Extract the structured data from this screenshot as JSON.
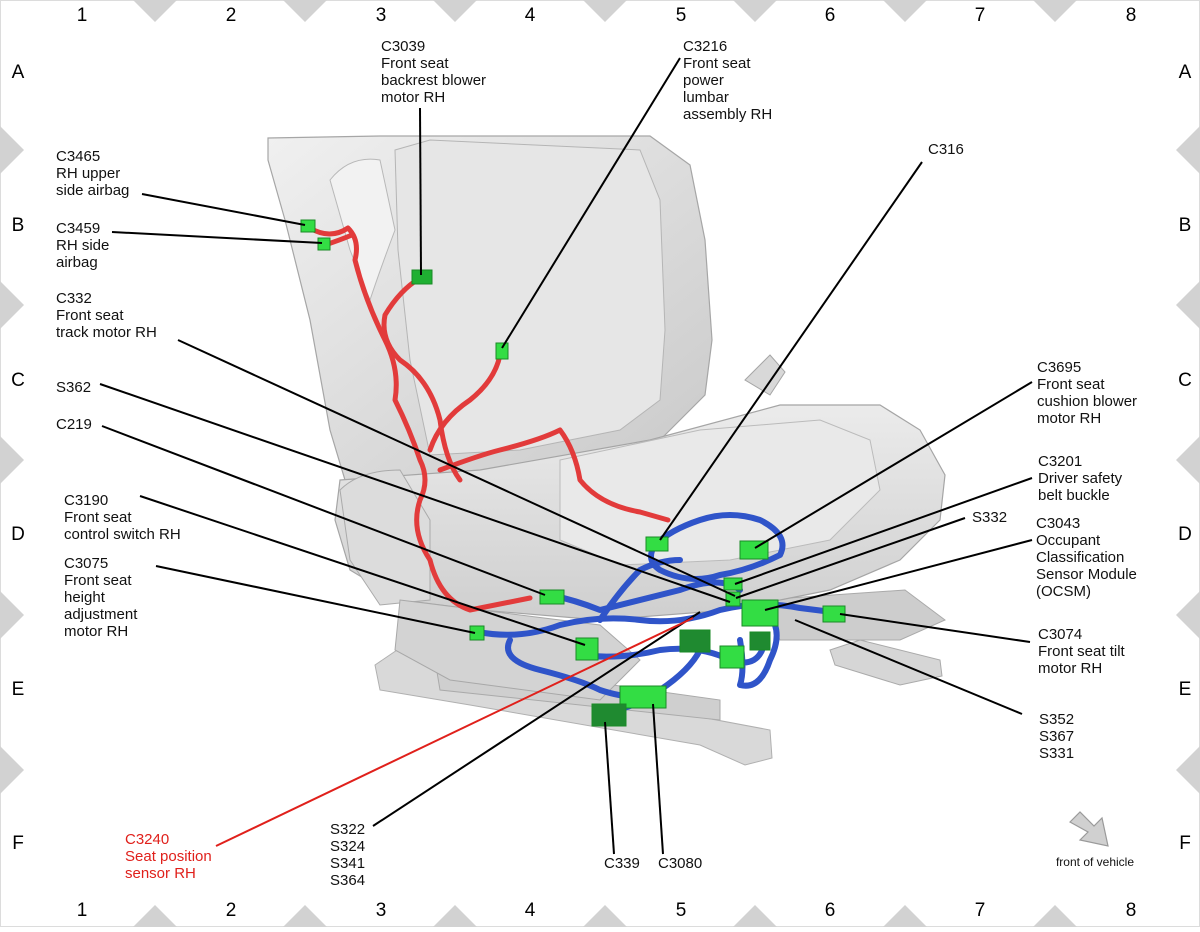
{
  "grid": {
    "columns": [
      "1",
      "2",
      "3",
      "4",
      "5",
      "6",
      "7",
      "8"
    ],
    "rows": [
      "A",
      "B",
      "C",
      "D",
      "E",
      "F"
    ]
  },
  "callouts": {
    "c3039": [
      "C3039",
      "Front seat",
      "backrest blower",
      "motor RH"
    ],
    "c3216": [
      "C3216",
      "Front seat",
      "power",
      "lumbar",
      "assembly RH"
    ],
    "c316": [
      "C316"
    ],
    "c3465": [
      "C3465",
      "RH upper",
      "side airbag"
    ],
    "c3459": [
      "C3459",
      "RH side",
      "airbag"
    ],
    "c332": [
      "C332",
      "Front seat",
      "track motor RH"
    ],
    "s362": [
      "S362"
    ],
    "c219": [
      "C219"
    ],
    "c3190": [
      "C3190",
      "Front seat",
      "control switch RH"
    ],
    "c3075": [
      "C3075",
      "Front seat",
      "height",
      "adjustment",
      "motor RH"
    ],
    "c3695": [
      "C3695",
      "Front seat",
      "cushion blower",
      "motor RH"
    ],
    "c3201": [
      "C3201",
      "Driver safety",
      "belt buckle"
    ],
    "s332": [
      "S332"
    ],
    "c3043": [
      "C3043",
      "Occupant",
      "Classification",
      "Sensor Module",
      "(OCSM)"
    ],
    "c3074": [
      "C3074",
      "Front seat tilt",
      "motor RH"
    ],
    "s352": [
      "S352",
      "S367",
      "S331"
    ],
    "s322": [
      "S322",
      "S324",
      "S341",
      "S364"
    ],
    "c339": [
      "C339"
    ],
    "c3080": [
      "C3080"
    ],
    "c3240": [
      "C3240",
      "Seat position",
      "sensor RH"
    ]
  },
  "front_of_vehicle": "front of vehicle",
  "colors": {
    "callout_highlight": "#e0201b",
    "harness_red": "#e23b3b",
    "harness_blue": "#2f54c9",
    "connector_green": "#33dd44",
    "border_marker": "#d2d2d2",
    "seat_gray": "#e1e1e1"
  }
}
